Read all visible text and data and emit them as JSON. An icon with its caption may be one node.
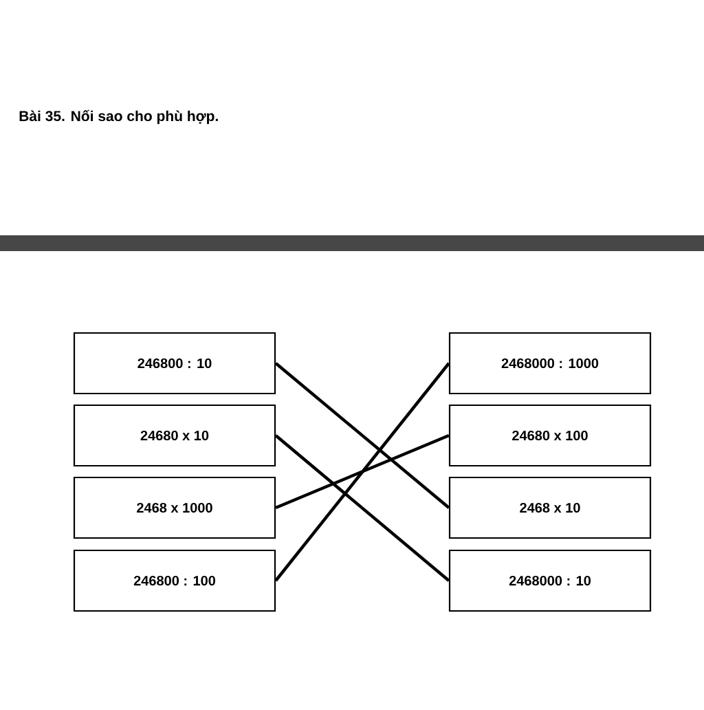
{
  "diagram": {
    "title": "Bài 35. Nối sao cho phù hợp.",
    "nodes": [
      {
        "text": [
          "246800 : 10"
        ]
      },
      {
        "text": [
          "24680 x 10"
        ]
      },
      {
        "text": [
          "2468 x 1000"
        ]
      },
      {
        "text": [
          "246800 : 100"
        ]
      },
      {
        "text": [
          "2468000 : 1000"
        ]
      },
      {
        "text": [
          "24680 x 100"
        ]
      },
      {
        "text": [
          "2468 x 10"
        ]
      },
      {
        "text": [
          "2468000 : 10"
        ]
      },
      {
        "text": [],
        "shape": "bar"
      }
    ],
    "edges": [
      {
        "from": 0,
        "to": 6,
        "arrow": "none"
      },
      {
        "from": 1,
        "to": 7,
        "arrow": "none"
      },
      {
        "from": 2,
        "to": 5,
        "arrow": "none"
      },
      {
        "from": 3,
        "to": 4,
        "arrow": "none"
      }
    ]
  }
}
